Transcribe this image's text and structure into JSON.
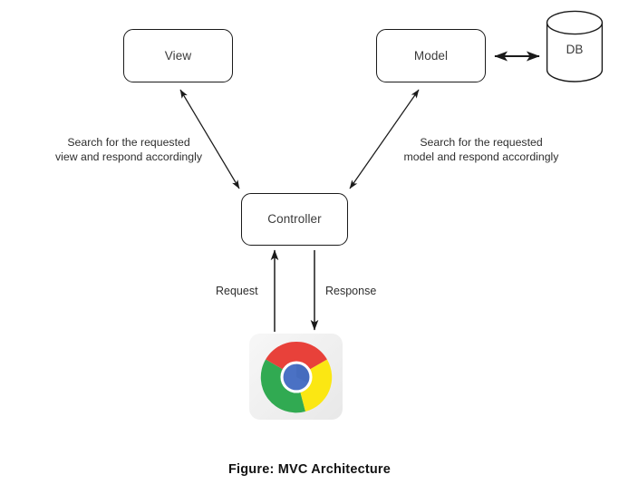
{
  "diagram": {
    "caption": "Figure: MVC Architecture",
    "nodes": {
      "view": {
        "label": "View"
      },
      "model": {
        "label": "Model"
      },
      "controller": {
        "label": "Controller"
      },
      "database": {
        "label": "DB"
      },
      "browser": {
        "icon": "chrome-browser-icon"
      }
    },
    "annotations": {
      "view_edge_line1": "Search for the requested",
      "view_edge_line2": "view and respond accordingly",
      "model_edge_line1": "Search for the requested",
      "model_edge_line2": "model and respond accordingly"
    },
    "flows": {
      "request": "Request",
      "response": "Response"
    },
    "edges": [
      {
        "from": "controller",
        "to": "view",
        "direction": "bidirectional"
      },
      {
        "from": "controller",
        "to": "model",
        "direction": "bidirectional"
      },
      {
        "from": "model",
        "to": "database",
        "direction": "bidirectional"
      },
      {
        "from": "browser",
        "to": "controller",
        "direction": "up",
        "label": "Request"
      },
      {
        "from": "controller",
        "to": "browser",
        "direction": "down",
        "label": "Response"
      }
    ],
    "colors": {
      "stroke": "#1a1a1a",
      "text": "#2e2e2e",
      "background": "#ffffff",
      "tile_background": "#f1f1f1",
      "chrome_red": "#e8413a",
      "chrome_yellow": "#fbe713",
      "chrome_green": "#31aa52",
      "chrome_blue": "#4a71c4",
      "chrome_blue_dark": "#3c63b4"
    }
  }
}
